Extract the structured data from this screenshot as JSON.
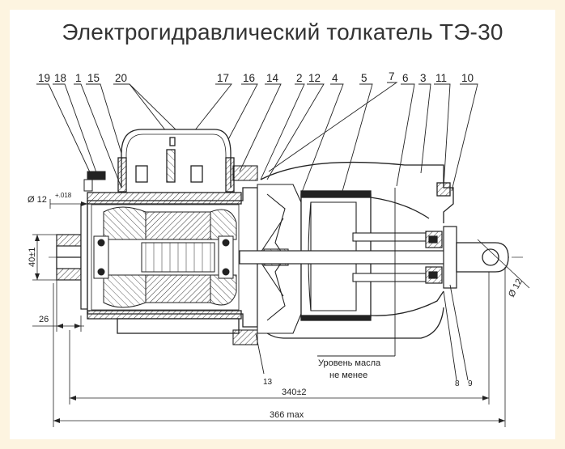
{
  "title": "Электрогидравлический толкатель ТЭ-30",
  "callouts_top": [
    "19",
    "18",
    "1",
    "15",
    "20",
    "17",
    "16",
    "14",
    "2",
    "12",
    "4",
    "5",
    "7",
    "6",
    "3",
    "11",
    "10"
  ],
  "callouts_bottom": [
    "13",
    "8",
    "9"
  ],
  "dimensions": {
    "shaft_dia": "Ø 12",
    "shaft_tol": "+.018",
    "height": "40±1",
    "offset": "26",
    "length_340": "340±2",
    "length_366": "366 max",
    "pin_dia": "Ø 12"
  },
  "oil_label_line1": "Уровень масла",
  "oil_label_line2": "не менее",
  "colors": {
    "background": "#fdf4e0",
    "card": "#ffffff",
    "ink": "#222222",
    "red_leader": "#c0392b"
  }
}
